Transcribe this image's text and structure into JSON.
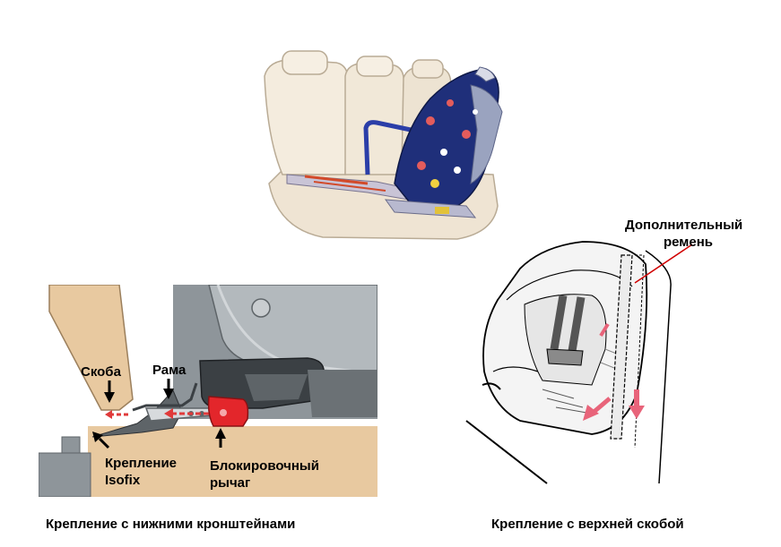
{
  "top_figure": {},
  "left_figure": {
    "labels": {
      "bracket": "Скоба",
      "frame": "Рама",
      "isofix_line1": "Крепление",
      "isofix_line2": "Isofix",
      "lever_line1": "Блокировочный",
      "lever_line2": "рычаг"
    },
    "caption": "Крепление с нижними кронштейнами"
  },
  "right_figure": {
    "labels": {
      "strap_line1": "Дополнительный",
      "strap_line2": "ремень"
    },
    "caption": "Крепление с верхней скобой"
  },
  "colors": {
    "seat_beige": "#efe4d3",
    "seat_blue": "#1f2f7a",
    "panel_tan": "#e8c9a0",
    "panel_gray": "#8e959a",
    "lever_red": "#e3262b",
    "arrow_red": "#e03a3a",
    "pink_arrow": "#e8647a"
  }
}
